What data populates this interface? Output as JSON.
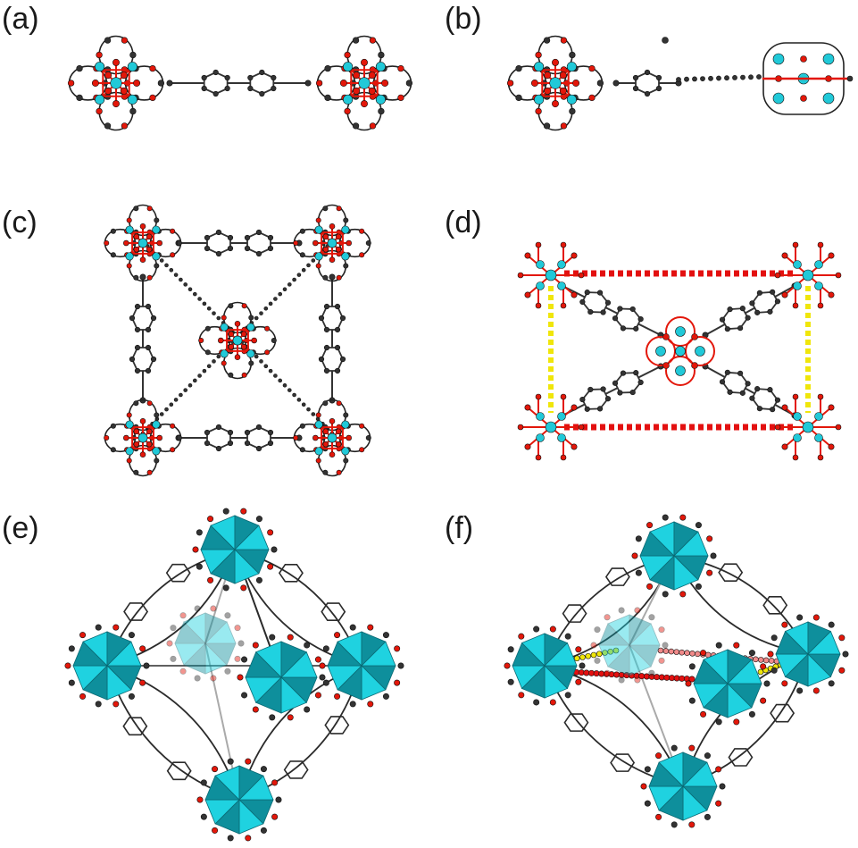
{
  "panels": [
    {
      "label": "(a)"
    },
    {
      "label": "(b)"
    },
    {
      "label": "(c)"
    },
    {
      "label": "(d)"
    },
    {
      "label": "(e)"
    },
    {
      "label": "(f)"
    }
  ],
  "colors": {
    "metal": "#21c9d8",
    "oxygen": "#e3170a",
    "carbon": "#3a3a3a",
    "polyhedron": "#1fd2e0",
    "polyhedron_dark": "#0e8f9c",
    "bond_red": "#e31010",
    "bond_yellow": "#f0e60a"
  }
}
